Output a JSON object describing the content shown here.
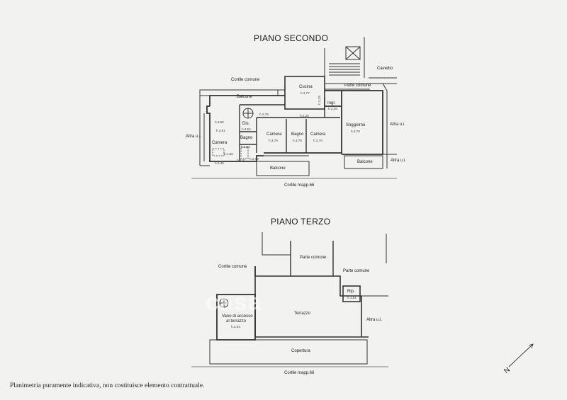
{
  "floor2": {
    "title": "PIANO SECONDO",
    "labels": {
      "cortile_comune": "Cortile comune",
      "cavedio": "Cavedio",
      "parte_comune": "Parte comune",
      "balcone_top": "Balcone",
      "cucina": "Cucina",
      "cucina_h": "h.3,77",
      "ingr": "Ingr.",
      "ingr_h": "h.2,26",
      "h276": "h.2,76",
      "h225": "h.2,25",
      "h225b": "h.2,25",
      "dis": "Dis.",
      "dis_h": "h.2,54",
      "h366": "h.3,66",
      "h391": "h.3,91",
      "altra_ui_left": "Altra u.i.",
      "camera_left": "Camera",
      "bagno_small": "Bagno",
      "h255": "h.2,55",
      "h150": "h.1,50",
      "h046": "h.0,46",
      "h201": "h.2,01",
      "h219": "h.2,19",
      "camera_mid": "Camera",
      "camera_mid_h": "h.3,79",
      "bagno_mid": "Bagno",
      "bagno_mid_h": "h.3,78",
      "camera_right": "Camera",
      "camera_right_h": "h.3,78",
      "soggiorno": "Soggiorno",
      "soggiorno_h": "h.3,78",
      "altra_ui_right": "Altra u.i.",
      "altra_ui_right2": "Altra u.i.",
      "balcone_bottom": "Balcone",
      "balcone_right": "Balcone",
      "cortile_mapp": "Cortile mapp.66"
    }
  },
  "floor3": {
    "title": "PIANO TERZO",
    "labels": {
      "parte_comune_top": "Parte comune",
      "cortile_comune": "Cortile comune",
      "parte_comune_right": "Parte comune",
      "rip": "Rip.",
      "rip_h": "h.1,81",
      "terrazzo": "Terrazzo",
      "vano1": "Vano di accesso",
      "vano2": "al terrazzo",
      "vano_h": "h.2,03",
      "altra_ui": "Altra u.i.",
      "copertura": "Copertura",
      "cortile_mapp": "Cortile mapp.66"
    }
  },
  "compass": {
    "label": "N"
  },
  "watermark": "casa",
  "footer": "Planimetria puramente indicativa, non costituisce elemento contrattuale.",
  "colors": {
    "background": "#f2f2f0",
    "line": "#333333"
  }
}
